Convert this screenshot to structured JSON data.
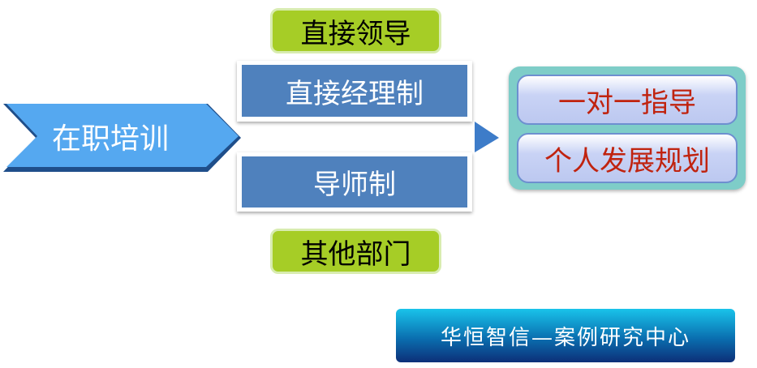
{
  "start": "在职培训",
  "top_label": "直接领导",
  "bottom_label": "其他部门",
  "methods": [
    "直接经理制",
    "导师制"
  ],
  "outcomes": [
    "一对一指导",
    "个人发展规划"
  ],
  "footer": "华恒智信—案例研究中心"
}
